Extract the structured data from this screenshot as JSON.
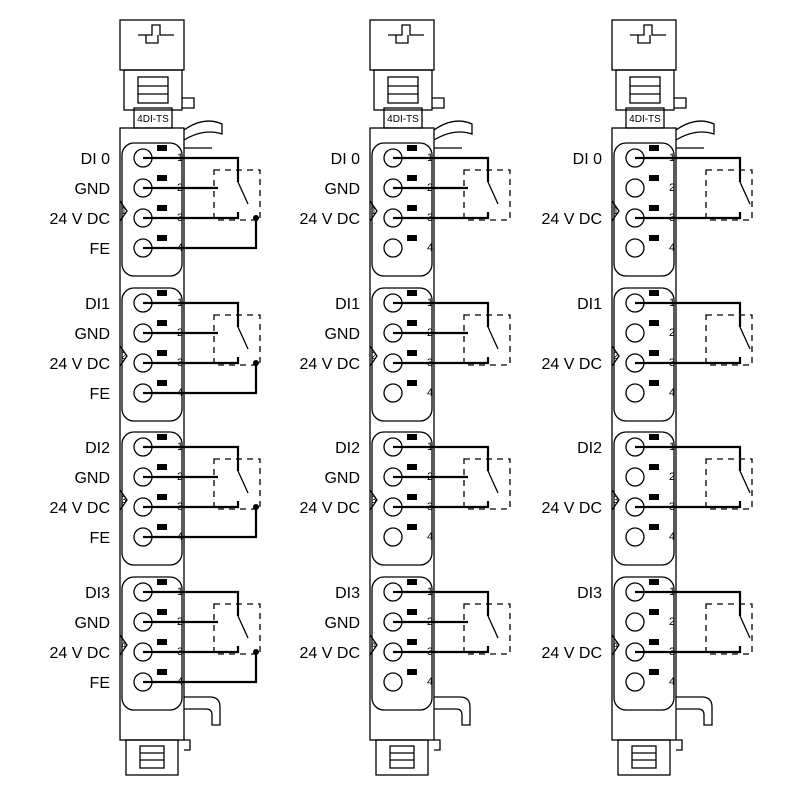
{
  "modules": [
    {
      "id": "A",
      "variant": "4-wire",
      "tag": "4DI-TS",
      "groups": [
        {
          "number": "1",
          "signals": [
            "DI 0",
            "GND",
            "24 V DC",
            "FE"
          ]
        },
        {
          "number": "2",
          "signals": [
            "DI1",
            "GND",
            "24 V DC",
            "FE"
          ]
        },
        {
          "number": "3",
          "signals": [
            "DI2",
            "GND",
            "24 V DC",
            "FE"
          ]
        },
        {
          "number": "4",
          "signals": [
            "DI3",
            "GND",
            "24 V DC",
            "FE"
          ]
        }
      ]
    },
    {
      "id": "B",
      "variant": "3-wire",
      "tag": "4DI-TS",
      "groups": [
        {
          "number": "1",
          "signals": [
            "DI 0",
            "GND",
            "24 V DC"
          ]
        },
        {
          "number": "2",
          "signals": [
            "DI1",
            "GND",
            "24 V DC"
          ]
        },
        {
          "number": "3",
          "signals": [
            "DI2",
            "GND",
            "24 V DC"
          ]
        },
        {
          "number": "4",
          "signals": [
            "DI3",
            "GND",
            "24 V DC"
          ]
        }
      ]
    },
    {
      "id": "C",
      "variant": "2-wire",
      "tag": "4DI-TS",
      "groups": [
        {
          "number": "1",
          "signals": [
            "DI 0",
            "24 V DC"
          ]
        },
        {
          "number": "2",
          "signals": [
            "DI1",
            "24 V DC"
          ]
        },
        {
          "number": "3",
          "signals": [
            "DI2",
            "24 V DC"
          ]
        },
        {
          "number": "4",
          "signals": [
            "DI3",
            "24 V DC"
          ]
        }
      ]
    }
  ],
  "terminal_numbers": [
    "1",
    "2",
    "3",
    "4"
  ]
}
